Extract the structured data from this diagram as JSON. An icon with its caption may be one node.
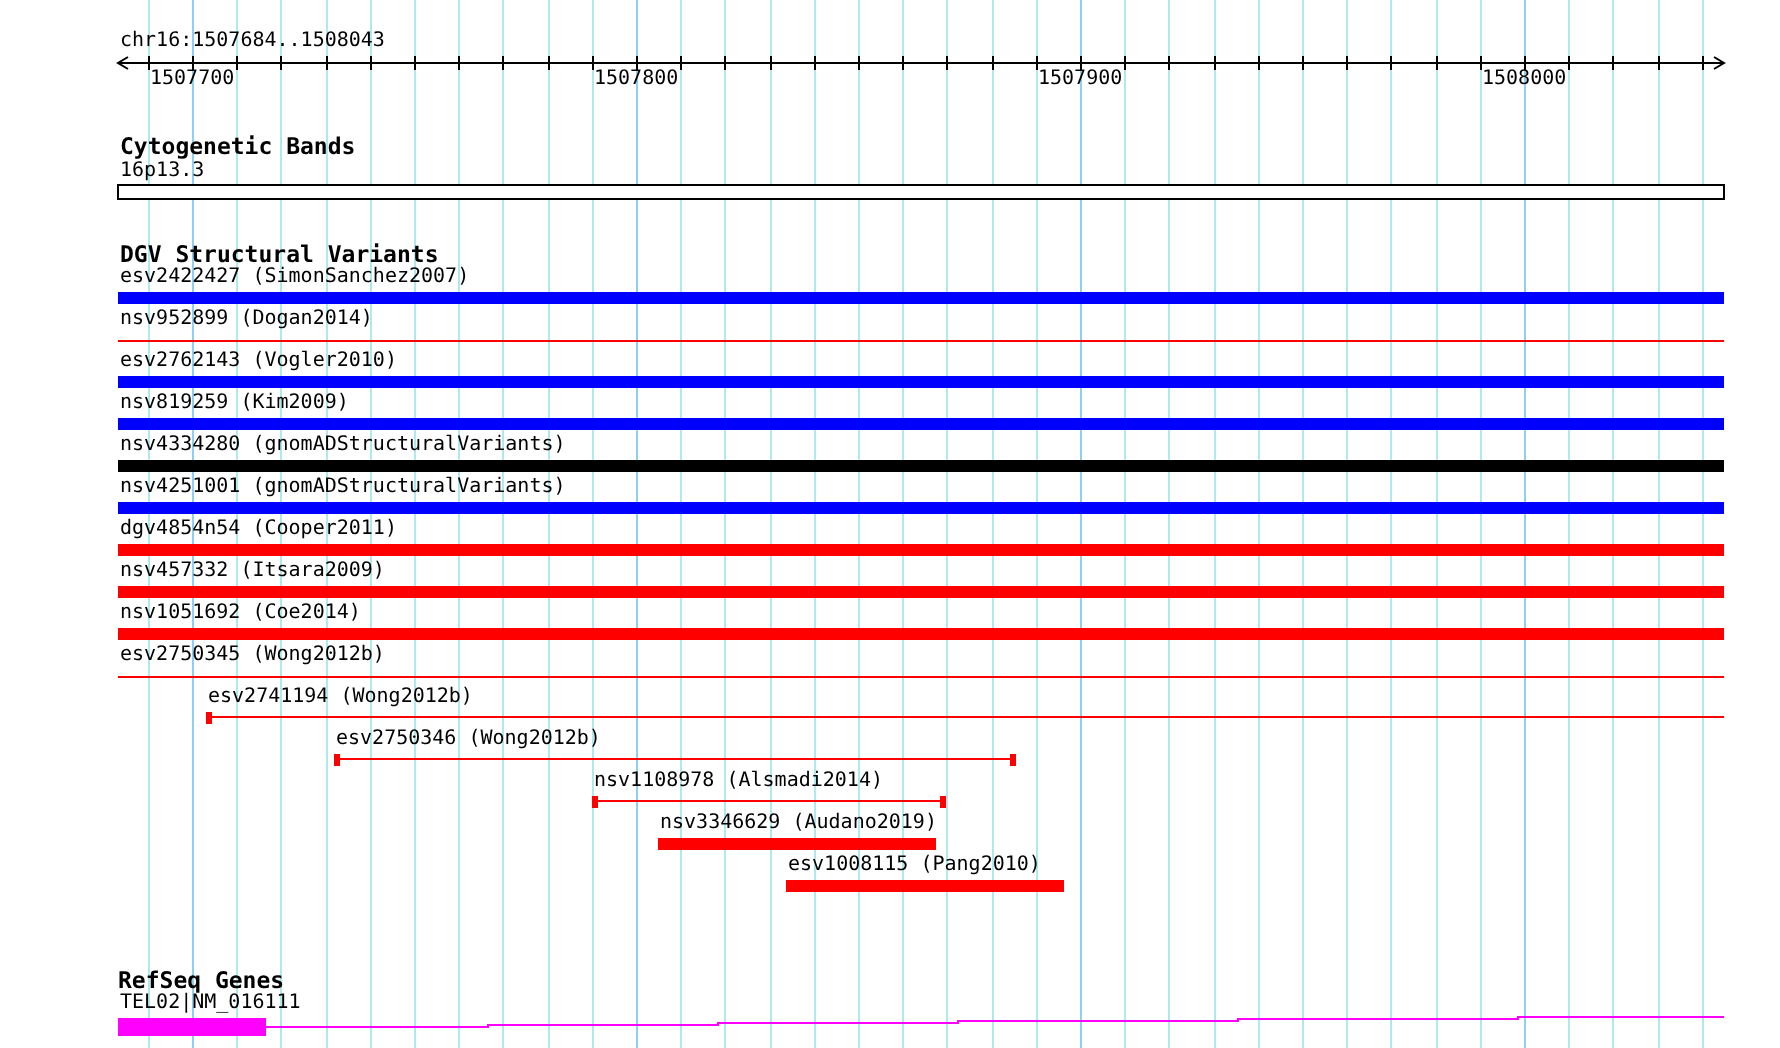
{
  "diagram": {
    "nodes": [
      {
        "text": [
          "16p13.3"
        ]
      },
      {
        "text": [
          "esv2422427 (SimonSanchez2007)"
        ]
      },
      {
        "text": [
          "nsv952899 (Dogan2014)"
        ]
      },
      {
        "text": [
          "esv2762143 (Vogler2010)"
        ]
      },
      {
        "text": [
          "nsv819259 (Kim2009)"
        ]
      },
      {
        "text": [
          "nsv4334280 (gnomADStructuralVariants)"
        ]
      },
      {
        "text": [
          "nsv4251001 (gnomADStructuralVariants)"
        ]
      },
      {
        "text": [
          "dgv4854n54 (Cooper2011)"
        ]
      },
      {
        "text": [
          "nsv457332 (Itsara2009)"
        ]
      },
      {
        "text": [
          "nsv1051692 (Coe2014)"
        ]
      },
      {
        "text": [
          "esv2750345 (Wong2012b)"
        ]
      },
      {
        "text": [
          "esv2741194 (Wong2012b)"
        ]
      },
      {
        "text": [
          "esv2750346 (Wong2012b)"
        ]
      },
      {
        "text": [
          "nsv1108978 (Alsmadi2014)"
        ]
      },
      {
        "text": [
          "nsv3346629 (Audano2019)"
        ]
      },
      {
        "text": [
          "esv1008115 (Pang2010)"
        ]
      },
      {
        "text": [
          "TEL02|NM_016111"
        ]
      }
    ],
    "labels": [
      "chr16:1507684..1508043",
      "1507700",
      "1507800",
      "1507900",
      "1508000",
      "Cytogenetic Bands",
      "DGV Structural Variants",
      "RefSeq Genes"
    ]
  }
}
